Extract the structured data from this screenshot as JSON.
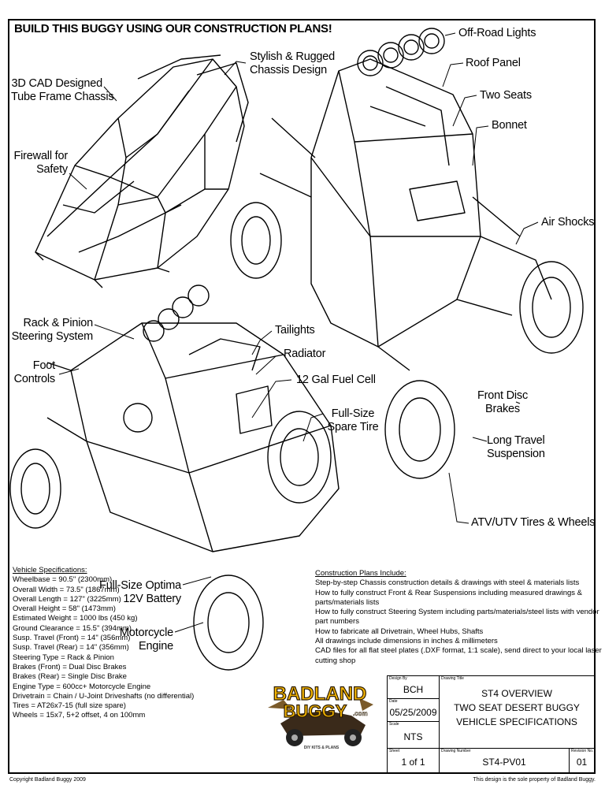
{
  "headline": "BUILD THIS BUGGY USING OUR CONSTRUCTION PLANS!",
  "callouts": {
    "cad_chassis": [
      "3D CAD Designed",
      "Tube Frame Chassis"
    ],
    "stylish_chassis": [
      "Stylish & Rugged",
      "Chassis Design"
    ],
    "firewall": [
      "Firewall for",
      "Safety"
    ],
    "offroad_lights": "Off-Road Lights",
    "roof_panel": "Roof Panel",
    "two_seats": "Two Seats",
    "bonnet": "Bonnet",
    "air_shocks": "Air Shocks",
    "rack_pinion": [
      "Rack & Pinion",
      "Steering System"
    ],
    "foot_controls": [
      "Foot",
      "Controls"
    ],
    "taillights": "Tailights",
    "radiator": "Radiator",
    "fuel_cell": "12 Gal Fuel Cell",
    "spare_tire": [
      "Full-Size",
      "Spare Tire"
    ],
    "front_disc": [
      "Front Disc",
      "Brakes"
    ],
    "long_travel": [
      "Long Travel",
      "Suspension"
    ],
    "atv_tires": "ATV/UTV Tires & Wheels",
    "battery": [
      "Full-Size Optima",
      "12V Battery"
    ],
    "engine": [
      "Motorcycle",
      "Engine"
    ]
  },
  "specs": {
    "title": "Vehicle Specifications:",
    "lines": [
      "Wheelbase = 90.5\" (2300mm)",
      "Overall Width = 73.5\" (1867mm)",
      "Overall Length = 127\" (3225mm)",
      "Overall Height = 58\" (1473mm)",
      "Estimated Weight = 1000 lbs (450 kg)",
      "Ground Clearance = 15.5\" (394mm)",
      "Susp. Travel (Front) = 14\" (356mm)",
      "Susp. Travel (Rear) = 14\" (356mm)",
      "Steering Type = Rack & Pinion",
      "Brakes (Front) = Dual Disc Brakes",
      "Brakes (Rear) = Single Disc Brake",
      "Engine Type = 600cc+ Motorcycle Engine",
      "Drivetrain = Chain / U-Joint Driveshafts (no differential)",
      "Tires = AT26x7-15 (full size spare)",
      "Wheels = 15x7, 5+2 offset, 4 on 100mm"
    ]
  },
  "plans": {
    "title": "Construction Plans Include:",
    "lines": [
      "Step-by-step Chassis construction details & drawings with steel & materials lists",
      "How to fully construct Front & Rear Suspensions including measured drawings & parts/materials lists",
      "How to fully construct Steering System including parts/materials/steel lists with vendor part numbers",
      "How to fabricate all Drivetrain, Wheel Hubs, Shafts",
      "All drawings include dimensions in inches & millimeters",
      "CAD files for all flat steel plates (.DXF format, 1:1 scale), send direct to your local laser cutting shop"
    ]
  },
  "title_block": {
    "design_by_label": "Design By",
    "design_by": "BCH",
    "date_label": "Date",
    "date": "05/25/2009",
    "scale_label": "Scale",
    "scale": "NTS",
    "sheet_label": "Sheet",
    "sheet": "1 of 1",
    "title_label": "Drawing Title",
    "title_lines": [
      "ST4 OVERVIEW",
      "TWO SEAT DESERT BUGGY",
      "VEHICLE SPECIFICATIONS"
    ],
    "number_label": "Drawing Number",
    "number": "ST4-PV01",
    "revision_label": "Revision No.",
    "revision": "01"
  },
  "logo": {
    "line1": "BADLAND",
    "line2": "BUGGY",
    "suffix": ".com",
    "tagline": "DIY KITS & PLANS"
  },
  "footer": {
    "left": "Copyright Badland Buggy 2009",
    "right": "This design is the sole property of Badland Buggy."
  }
}
